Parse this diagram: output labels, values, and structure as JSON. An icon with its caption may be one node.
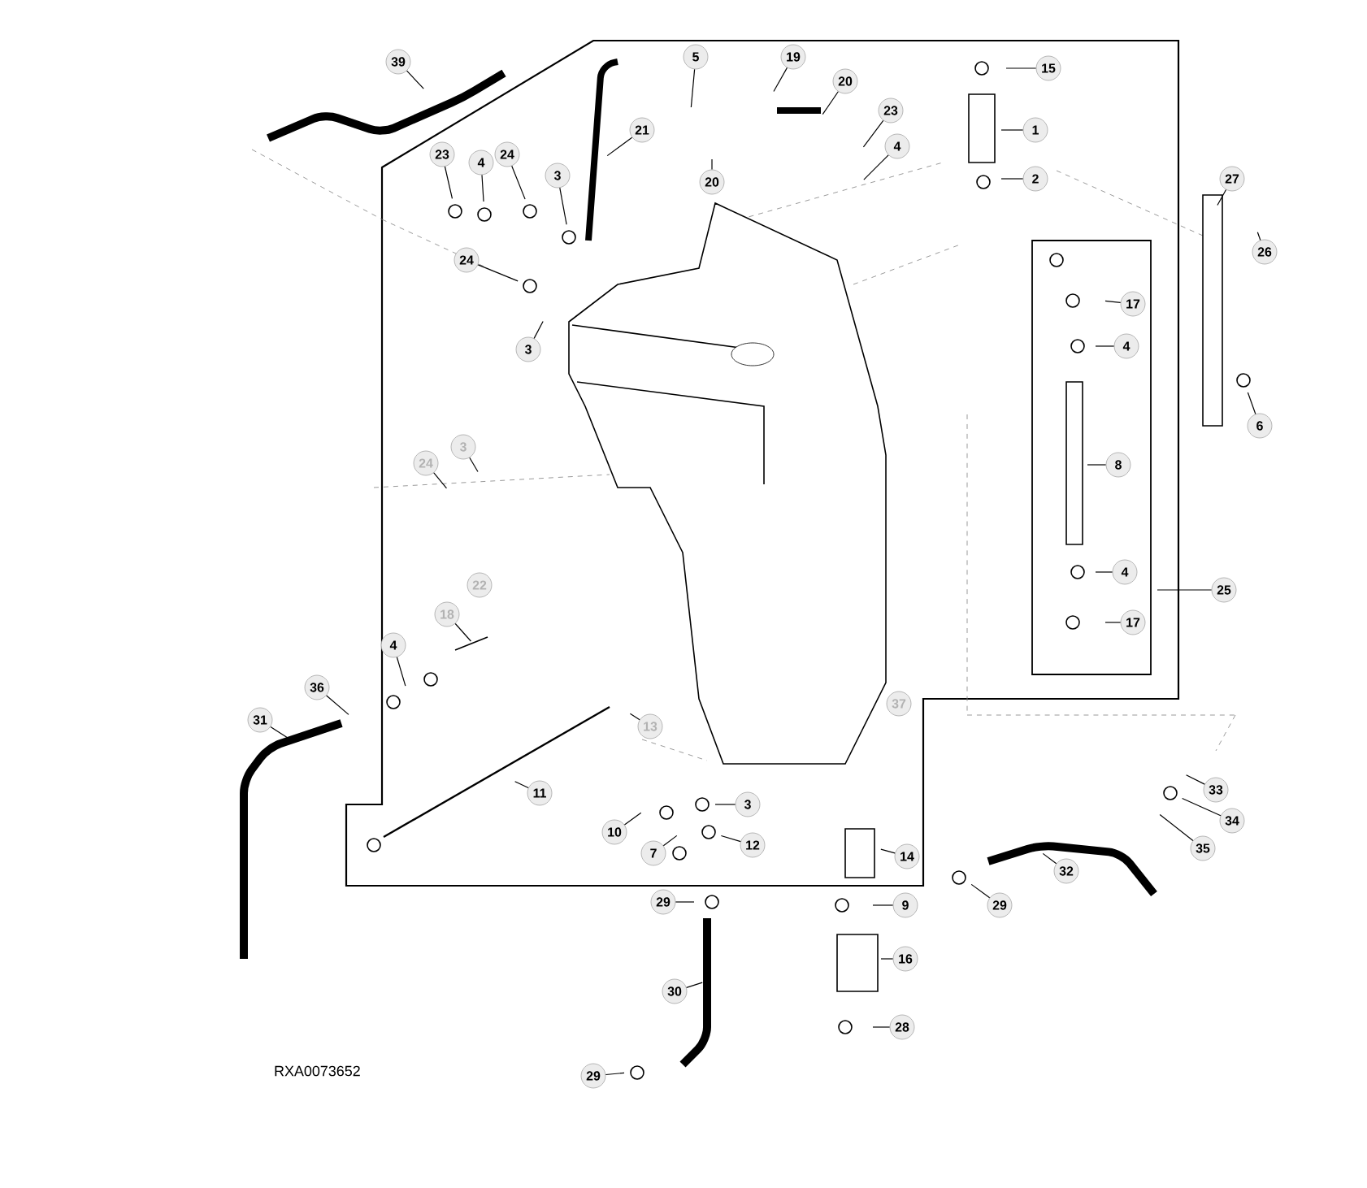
{
  "diagram": {
    "nodes": [
      {
        "text": [
          "39"
        ]
      },
      {
        "text": [
          "5"
        ]
      },
      {
        "text": [
          "19"
        ]
      },
      {
        "text": [
          "15"
        ]
      },
      {
        "text": [
          "20"
        ]
      },
      {
        "text": [
          "23"
        ]
      },
      {
        "text": [
          "1"
        ]
      },
      {
        "text": [
          "21"
        ]
      },
      {
        "text": [
          "4"
        ]
      },
      {
        "text": [
          "23"
        ]
      },
      {
        "text": [
          "24"
        ]
      },
      {
        "text": [
          "4"
        ]
      },
      {
        "text": [
          "2"
        ]
      },
      {
        "text": [
          "20"
        ]
      },
      {
        "text": [
          "27"
        ]
      },
      {
        "text": [
          "3"
        ]
      },
      {
        "text": [
          "26"
        ]
      },
      {
        "text": [
          "24"
        ]
      },
      {
        "text": [
          "17"
        ]
      },
      {
        "text": [
          "4"
        ]
      },
      {
        "text": [
          "3"
        ]
      },
      {
        "text": [
          "6"
        ]
      },
      {
        "text": [
          "3"
        ]
      },
      {
        "text": [
          "24"
        ]
      },
      {
        "text": [
          "8"
        ]
      },
      {
        "text": [
          "4"
        ]
      },
      {
        "text": [
          "22"
        ]
      },
      {
        "text": [
          "25"
        ]
      },
      {
        "text": [
          "18"
        ]
      },
      {
        "text": [
          "17"
        ]
      },
      {
        "text": [
          "4"
        ]
      },
      {
        "text": [
          "36"
        ]
      },
      {
        "text": [
          "37"
        ]
      },
      {
        "text": [
          "13"
        ]
      },
      {
        "text": [
          "31"
        ]
      },
      {
        "text": [
          "11"
        ]
      },
      {
        "text": [
          "33"
        ]
      },
      {
        "text": [
          "3"
        ]
      },
      {
        "text": [
          "34"
        ]
      },
      {
        "text": [
          "10"
        ]
      },
      {
        "text": [
          "35"
        ]
      },
      {
        "text": [
          "12"
        ]
      },
      {
        "text": [
          "7"
        ]
      },
      {
        "text": [
          "14"
        ]
      },
      {
        "text": [
          "32"
        ]
      },
      {
        "text": [
          "29"
        ]
      },
      {
        "text": [
          "9"
        ]
      },
      {
        "text": [
          "29"
        ]
      },
      {
        "text": [
          "16"
        ]
      },
      {
        "text": [
          "30"
        ]
      },
      {
        "text": [
          "28"
        ]
      },
      {
        "text": [
          "29"
        ]
      }
    ],
    "edges": [
      {
        "from": 0,
        "to": null,
        "arrow": "none"
      },
      {
        "from": 1,
        "to": null,
        "arrow": "none"
      },
      {
        "from": 2,
        "to": null,
        "arrow": "none"
      },
      {
        "from": 3,
        "to": null,
        "arrow": "none"
      },
      {
        "from": 4,
        "to": null,
        "arrow": "none"
      },
      {
        "from": 5,
        "to": null,
        "arrow": "none"
      },
      {
        "from": 6,
        "to": null,
        "arrow": "none"
      },
      {
        "from": 7,
        "to": null,
        "arrow": "none"
      },
      {
        "from": 8,
        "to": null,
        "arrow": "none"
      },
      {
        "from": 9,
        "to": null,
        "arrow": "none"
      },
      {
        "from": 10,
        "to": null,
        "arrow": "none"
      },
      {
        "from": 11,
        "to": null,
        "arrow": "none"
      },
      {
        "from": 12,
        "to": null,
        "arrow": "none"
      },
      {
        "from": 13,
        "to": null,
        "arrow": "none"
      },
      {
        "from": 14,
        "to": null,
        "arrow": "none"
      },
      {
        "from": 15,
        "to": null,
        "arrow": "none"
      },
      {
        "from": 16,
        "to": null,
        "arrow": "none"
      },
      {
        "from": 17,
        "to": null,
        "arrow": "none"
      },
      {
        "from": 18,
        "to": null,
        "arrow": "none"
      },
      {
        "from": 19,
        "to": null,
        "arrow": "none"
      },
      {
        "from": 20,
        "to": null,
        "arrow": "none"
      },
      {
        "from": 21,
        "to": null,
        "arrow": "none"
      },
      {
        "from": 22,
        "to": null,
        "arrow": "none"
      },
      {
        "from": 23,
        "to": null,
        "arrow": "none"
      },
      {
        "from": 24,
        "to": null,
        "arrow": "none"
      },
      {
        "from": 25,
        "to": null,
        "arrow": "none"
      },
      {
        "from": 27,
        "to": null,
        "arrow": "none"
      },
      {
        "from": 28,
        "to": null,
        "arrow": "none"
      },
      {
        "from": 29,
        "to": null,
        "arrow": "none"
      },
      {
        "from": 30,
        "to": null,
        "arrow": "none"
      },
      {
        "from": 31,
        "to": null,
        "arrow": "none"
      },
      {
        "from": 33,
        "to": null,
        "arrow": "none"
      },
      {
        "from": 34,
        "to": null,
        "arrow": "none"
      },
      {
        "from": 35,
        "to": null,
        "arrow": "none"
      },
      {
        "from": 36,
        "to": null,
        "arrow": "none"
      },
      {
        "from": 37,
        "to": null,
        "arrow": "none"
      },
      {
        "from": 38,
        "to": null,
        "arrow": "none"
      },
      {
        "from": 39,
        "to": null,
        "arrow": "none"
      },
      {
        "from": 40,
        "to": null,
        "arrow": "none"
      },
      {
        "from": 41,
        "to": null,
        "arrow": "none"
      },
      {
        "from": 42,
        "to": null,
        "arrow": "none"
      },
      {
        "from": 43,
        "to": null,
        "arrow": "none"
      },
      {
        "from": 44,
        "to": null,
        "arrow": "none"
      },
      {
        "from": 45,
        "to": null,
        "arrow": "none"
      },
      {
        "from": 46,
        "to": null,
        "arrow": "none"
      },
      {
        "from": 47,
        "to": null,
        "arrow": "none"
      },
      {
        "from": 48,
        "to": null,
        "arrow": "none"
      },
      {
        "from": 49,
        "to": null,
        "arrow": "none"
      },
      {
        "from": 50,
        "to": null,
        "arrow": "none"
      },
      {
        "from": 51,
        "to": null,
        "arrow": "none"
      }
    ],
    "labels": [
      "RXA0073652"
    ]
  }
}
